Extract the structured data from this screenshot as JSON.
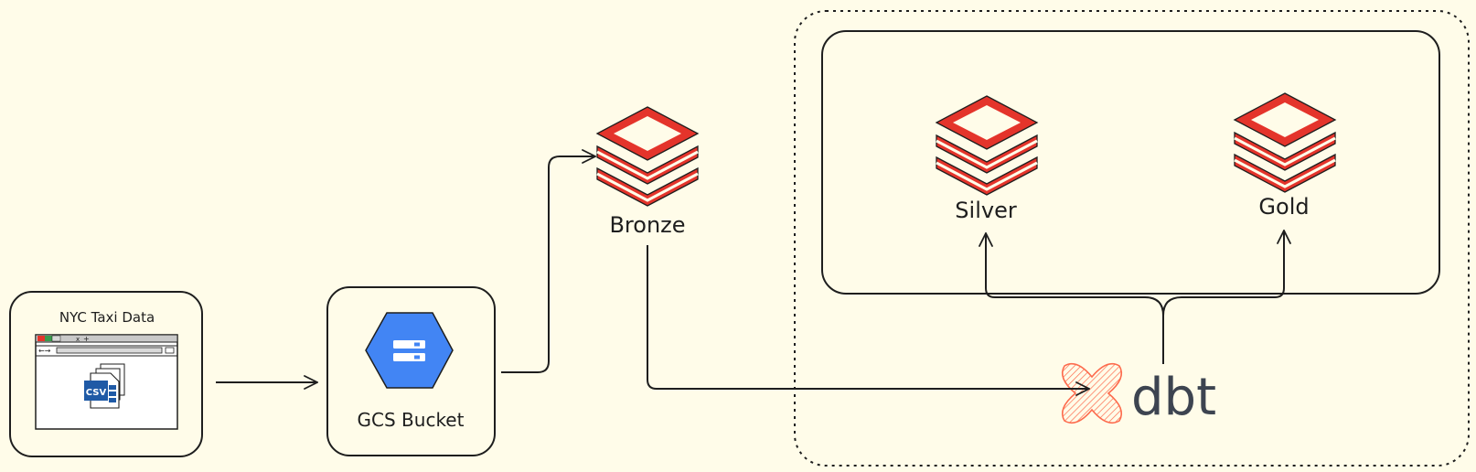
{
  "nodes": {
    "source": {
      "label": "NYC Taxi Data",
      "icon": "browser-csv-icon",
      "badge": "CSV"
    },
    "bucket": {
      "label": "GCS Bucket",
      "icon": "gcs-bucket-icon"
    },
    "bronze": {
      "label": "Bronze",
      "icon": "databricks-layers-icon"
    },
    "silver": {
      "label": "Silver",
      "icon": "databricks-layers-icon"
    },
    "gold": {
      "label": "Gold",
      "icon": "databricks-layers-icon"
    },
    "dbt": {
      "label": "dbt",
      "icon": "dbt-logo-icon"
    }
  },
  "colors": {
    "background": "#fffce9",
    "stroke": "#1e1e1e",
    "databricks_red": "#e4342b",
    "gcs_blue": "#4285f4",
    "dbt_orange": "#fd6b4d",
    "dbt_text": "#3d4450",
    "csv_blue": "#1f5aa6"
  }
}
